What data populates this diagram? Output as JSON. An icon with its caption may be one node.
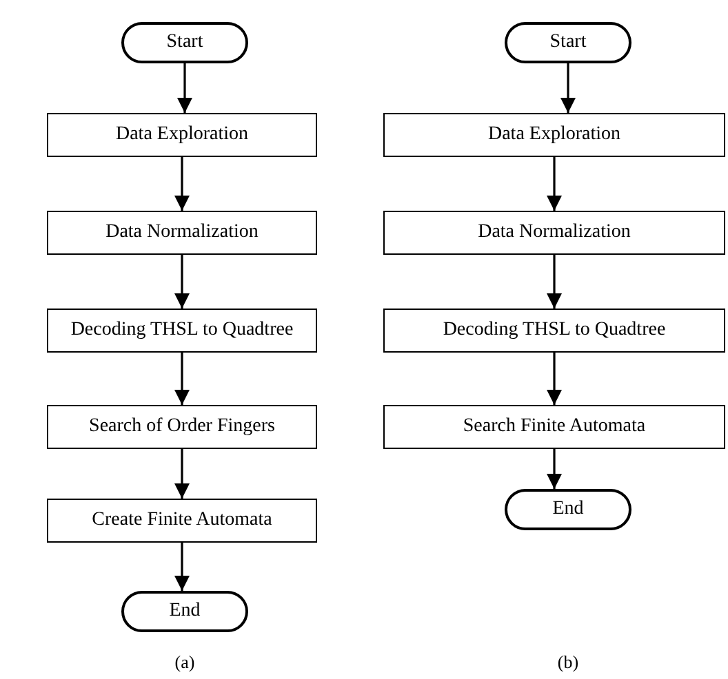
{
  "diagram": {
    "nodes": [
      {
        "text": [
          "Start"
        ]
      },
      {
        "text": [
          "Data Exploration"
        ]
      },
      {
        "text": [
          "Data Normalization"
        ]
      },
      {
        "text": [
          "Decoding THSL to Quadtree"
        ]
      },
      {
        "text": [
          "Search of Order Fingers"
        ]
      },
      {
        "text": [
          "Create Finite Automata"
        ]
      },
      {
        "text": [
          "End"
        ]
      },
      {
        "text": [
          "Start"
        ]
      },
      {
        "text": [
          "Data Exploration"
        ]
      },
      {
        "text": [
          "Data Normalization"
        ]
      },
      {
        "text": [
          "Decoding THSL to Quadtree"
        ]
      },
      {
        "text": [
          "Search Finite Automata"
        ]
      },
      {
        "text": [
          "End"
        ]
      }
    ],
    "edges": [
      {
        "from": 0,
        "to": 1,
        "arrow": "to"
      },
      {
        "from": 1,
        "to": 2,
        "arrow": "to"
      },
      {
        "from": 2,
        "to": 3,
        "arrow": "to"
      },
      {
        "from": 3,
        "to": 4,
        "arrow": "to"
      },
      {
        "from": 4,
        "to": 5,
        "arrow": "to"
      },
      {
        "from": 5,
        "to": 6,
        "arrow": "to"
      },
      {
        "from": 7,
        "to": 8,
        "arrow": "to"
      },
      {
        "from": 8,
        "to": 9,
        "arrow": "to"
      },
      {
        "from": 9,
        "to": 10,
        "arrow": "to"
      },
      {
        "from": 10,
        "to": 11,
        "arrow": "to"
      },
      {
        "from": 11,
        "to": 12,
        "arrow": "to"
      }
    ],
    "labels": [
      "(a)",
      "(b)"
    ]
  }
}
